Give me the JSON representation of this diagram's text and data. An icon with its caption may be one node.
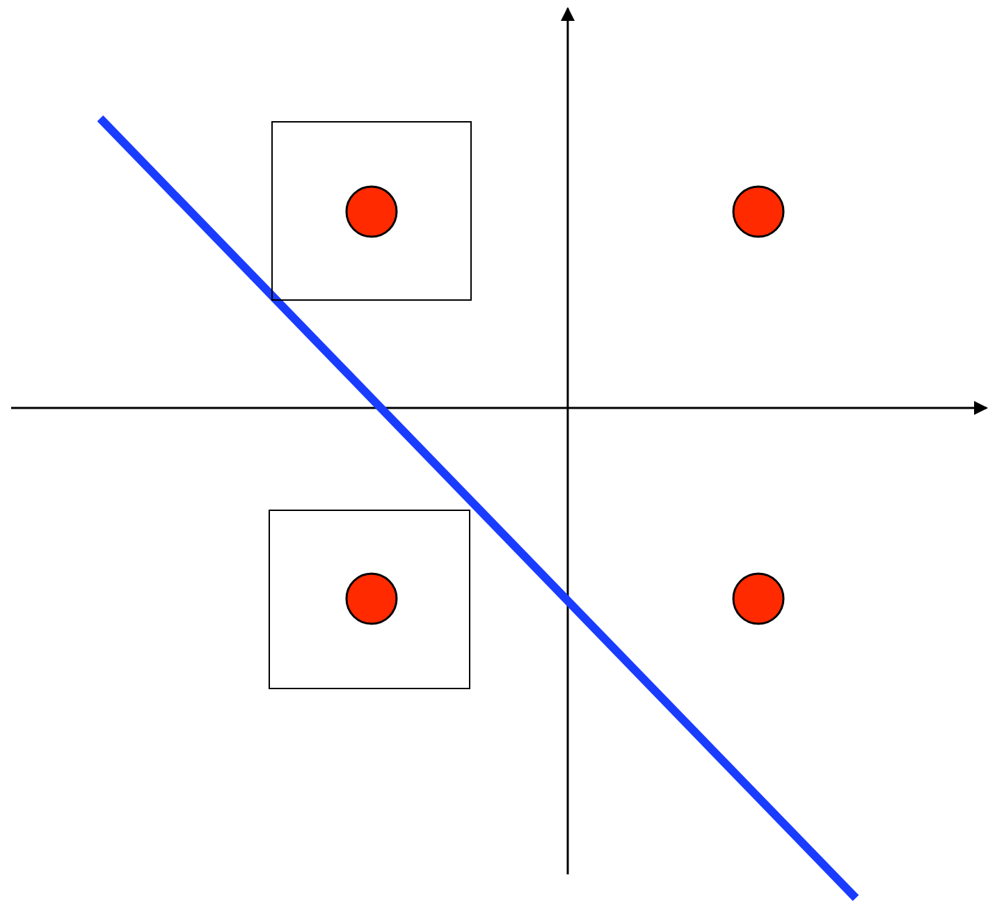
{
  "diagram": {
    "nodes": [
      {
        "text": [],
        "shape": "box"
      },
      {
        "text": [],
        "shape": "circle",
        "in": 0
      },
      {
        "text": [],
        "shape": "circle"
      },
      {
        "text": [],
        "shape": "box"
      },
      {
        "text": [],
        "shape": "circle",
        "in": 3
      },
      {
        "text": [],
        "shape": "circle"
      }
    ]
  }
}
